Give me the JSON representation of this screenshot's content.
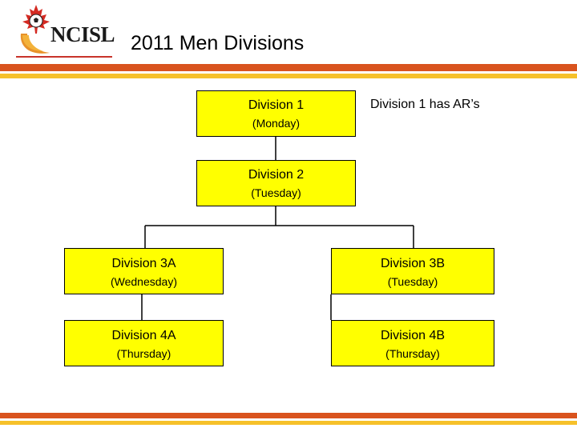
{
  "header": {
    "logo_text": "NCISL",
    "title": "2011 Men Divisions"
  },
  "colors": {
    "box_fill": "#ffff00",
    "band_dark": "#d9531e",
    "band_light": "#f6c12a",
    "brand_red": "#c8332a"
  },
  "diagram": {
    "note": "Division 1 has AR’s",
    "boxes": [
      {
        "name": "Division 1",
        "day": "(Monday)"
      },
      {
        "name": "Division 2",
        "day": "(Tuesday)"
      },
      {
        "name": "Division 3A",
        "day": "(Wednesday)"
      },
      {
        "name": "Division 3B",
        "day": "(Tuesday)"
      },
      {
        "name": "Division 4A",
        "day": "(Thursday)"
      },
      {
        "name": "Division 4B",
        "day": "(Thursday)"
      }
    ]
  }
}
